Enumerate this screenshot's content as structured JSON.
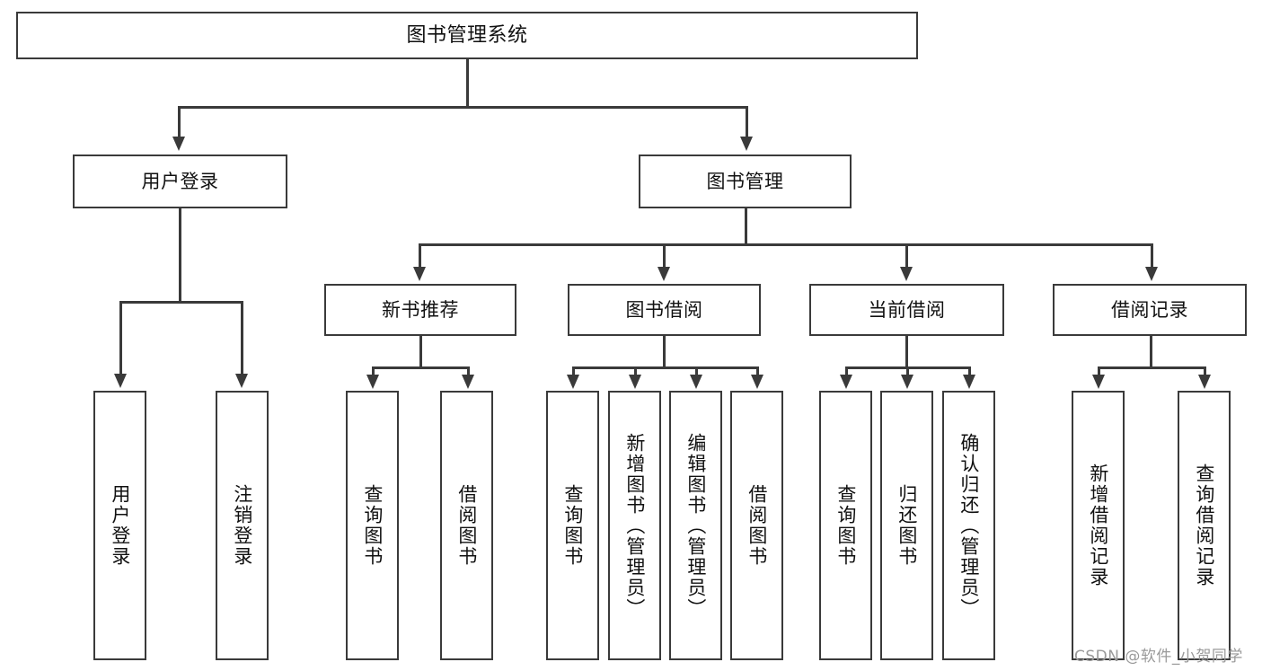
{
  "diagram": {
    "type": "tree",
    "title": "图书管理系统",
    "root": {
      "label": "图书管理系统"
    },
    "level2": [
      {
        "label": "用户登录"
      },
      {
        "label": "图书管理"
      }
    ],
    "level3": [
      {
        "label": "新书推荐"
      },
      {
        "label": "图书借阅"
      },
      {
        "label": "当前借阅"
      },
      {
        "label": "借阅记录"
      }
    ],
    "leaves": {
      "user_login": [
        {
          "label": "用户登录"
        },
        {
          "label": "注销登录"
        }
      ],
      "new_book_recommend": [
        {
          "label": "查询图书"
        },
        {
          "label": "借阅图书"
        }
      ],
      "book_borrow": [
        {
          "label": "查询图书"
        },
        {
          "label": "新增图书（管理员）"
        },
        {
          "label": "编辑图书（管理员）"
        },
        {
          "label": "借阅图书"
        }
      ],
      "current_borrow": [
        {
          "label": "查询图书"
        },
        {
          "label": "归还图书"
        },
        {
          "label": "确认归还（管理员）"
        }
      ],
      "borrow_record": [
        {
          "label": "新增借阅记录"
        },
        {
          "label": "查询借阅记录"
        }
      ]
    }
  },
  "watermark": {
    "text": "CSDN @软件_小贺同学"
  },
  "colors": {
    "stroke": "#3a3a3a",
    "fill": "#ffffff",
    "text": "#111111",
    "watermark": "#9a9a9a"
  }
}
